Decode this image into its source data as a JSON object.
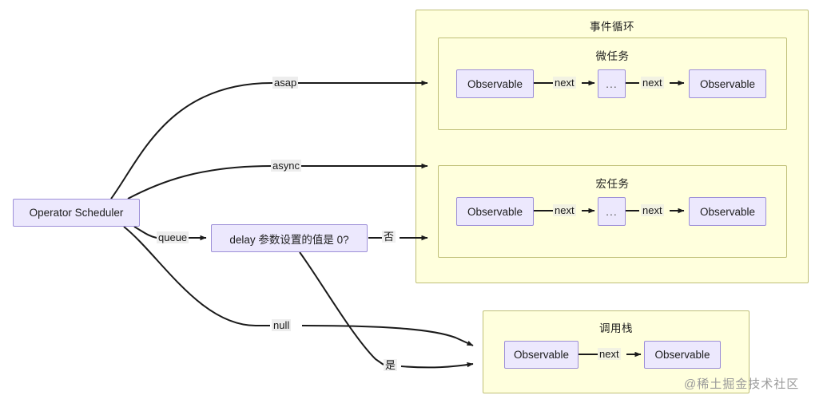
{
  "diagram": {
    "type": "flowchart",
    "watermark": "@稀土掘金技术社区",
    "colors": {
      "container_fill": "#ffffdd",
      "container_stroke": "#bfbf77",
      "node_fill": "#ece8fd",
      "node_stroke": "#9d8fd8",
      "edge_stroke": "#1a1a1a",
      "label_bg": "#ededed"
    },
    "source_node": {
      "label": "Operator Scheduler"
    },
    "decision_node": {
      "label": "delay 参数设置的值是 0?"
    },
    "edge_labels": {
      "asap": "asap",
      "async": "async",
      "queue": "queue",
      "null": "null",
      "no": "否",
      "yes": "是",
      "next": "next"
    },
    "containers": [
      {
        "id": "event-loop",
        "title": "事件循环",
        "children": [
          {
            "id": "microtask",
            "title": "微任务",
            "chain": [
              "Observable",
              "...",
              "Observable"
            ],
            "links": [
              "next",
              "next"
            ]
          },
          {
            "id": "macrotask",
            "title": "宏任务",
            "chain": [
              "Observable",
              "...",
              "Observable"
            ],
            "links": [
              "next",
              "next"
            ]
          }
        ]
      },
      {
        "id": "call-stack",
        "title": "调用栈",
        "chain": [
          "Observable",
          "Observable"
        ],
        "links": [
          "next"
        ]
      }
    ]
  }
}
